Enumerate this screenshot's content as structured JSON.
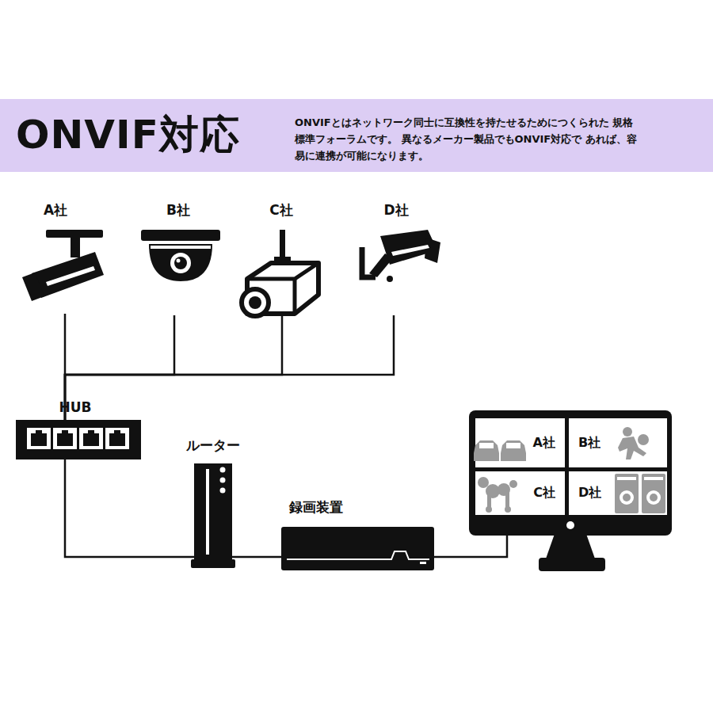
{
  "diagram": {
    "title": "ONVIF対応",
    "nodes": [
      {
        "text": [
          "ONVIFとはネットワーク同士に互換性を持たせるためにつくられた 規格標準フォーラムです。 異なるメーカー製品でもONVIF対応で あれば、容易に連携が可能になります。"
        ]
      },
      {
        "text": [
          "A社"
        ]
      },
      {
        "text": [
          "B社"
        ]
      },
      {
        "text": [
          "C社"
        ]
      },
      {
        "text": [
          "D社"
        ]
      },
      {
        "text": [
          "HUB"
        ]
      },
      {
        "text": [
          "ルーター"
        ]
      },
      {
        "text": [
          "録画装置"
        ]
      },
      {
        "text": []
      },
      {
        "text": [
          "A社"
        ],
        "in": 8
      },
      {
        "text": [
          "B社"
        ],
        "in": 8
      },
      {
        "text": [
          "C社"
        ],
        "in": 8
      },
      {
        "text": [
          "D社"
        ],
        "in": 8
      }
    ],
    "edges": [
      {
        "from": 1,
        "to": 5,
        "arrow": "none"
      },
      {
        "from": 2,
        "to": 5,
        "arrow": "none"
      },
      {
        "from": 3,
        "to": 5,
        "arrow": "none"
      },
      {
        "from": 4,
        "to": 5,
        "arrow": "none"
      },
      {
        "from": 5,
        "to": 6,
        "arrow": "none"
      },
      {
        "from": 6,
        "to": 7,
        "arrow": "none"
      },
      {
        "from": 7,
        "to": 8,
        "arrow": "none"
      }
    ]
  }
}
